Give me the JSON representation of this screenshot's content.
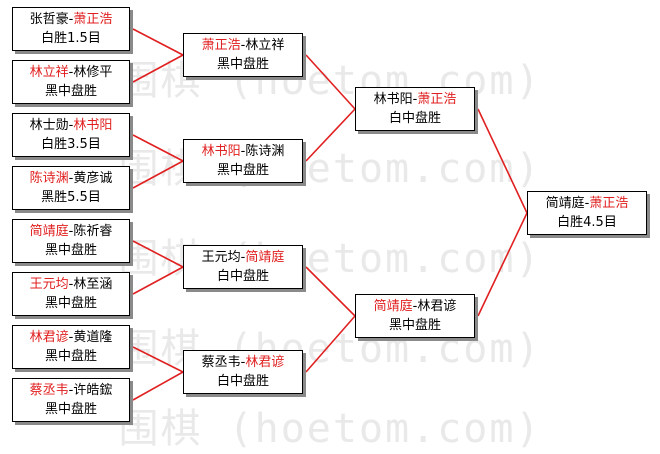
{
  "watermark": "围棋 (hoetom.com)",
  "colors": {
    "winner": "#e02020",
    "connector": "#e02020",
    "border": "#000000",
    "shadow": "#8a8a8a"
  },
  "round1": [
    {
      "left": "张哲豪",
      "right": "萧正浩",
      "winner": "right",
      "result": "白胜1.5目"
    },
    {
      "left": "林立祥",
      "right": "林修平",
      "winner": "left",
      "result": "黑中盘胜"
    },
    {
      "left": "林士勋",
      "right": "林书阳",
      "winner": "right",
      "result": "白胜3.5目"
    },
    {
      "left": "陈诗渊",
      "right": "黄彦诚",
      "winner": "left",
      "result": "黑胜5.5目"
    },
    {
      "left": "简靖庭",
      "right": "陈祈睿",
      "winner": "left",
      "result": "黑中盘胜"
    },
    {
      "left": "王元均",
      "right": "林至涵",
      "winner": "left",
      "result": "黑中盘胜"
    },
    {
      "left": "林君谚",
      "right": "黄道隆",
      "winner": "left",
      "result": "黑中盘胜"
    },
    {
      "left": "蔡丞韦",
      "right": "许皓鋐",
      "winner": "left",
      "result": "黑中盘胜"
    }
  ],
  "round2": [
    {
      "left": "萧正浩",
      "right": "林立祥",
      "winner": "left",
      "result": "黑中盘胜"
    },
    {
      "left": "林书阳",
      "right": "陈诗渊",
      "winner": "left",
      "result": "黑中盘胜"
    },
    {
      "left": "王元均",
      "right": "简靖庭",
      "winner": "right",
      "result": "白中盘胜"
    },
    {
      "left": "蔡丞韦",
      "right": "林君谚",
      "winner": "right",
      "result": "白中盘胜"
    }
  ],
  "round3": [
    {
      "left": "林书阳",
      "right": "萧正浩",
      "winner": "right",
      "result": "白中盘胜"
    },
    {
      "left": "简靖庭",
      "right": "林君谚",
      "winner": "left",
      "result": "黑中盘胜"
    }
  ],
  "final": [
    {
      "left": "简靖庭",
      "right": "萧正浩",
      "winner": "right",
      "result": "白胜4.5目"
    }
  ]
}
